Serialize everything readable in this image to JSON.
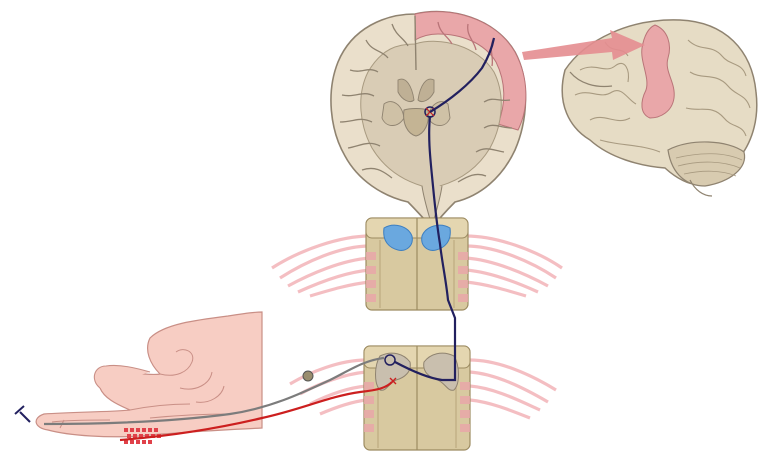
{
  "figure": {
    "labels": [],
    "colors": {
      "brain_tissue": "#eadfcb",
      "brain_outline": "#8f8370",
      "cortex_highlight": "#e9a7a9",
      "white_matter": "#d9ccb5",
      "spinal_cord": "#d8c9a0",
      "gray_matter_dorsal": "#6aa8df",
      "nerve_roots": "#f3b8bc",
      "pathway_blue": "#22205f",
      "pathway_red": "#cc1f1f",
      "pathway_gray": "#7c7c7c",
      "hand_skin": "#f7cdc3",
      "hand_outline": "#c98f86"
    },
    "icons": [
      "coronal-brain-section",
      "lateral-brain-view",
      "spinal-cord-upper-segment",
      "spinal-cord-lower-segment",
      "hand-with-receptors",
      "pin-stimulus-icon"
    ]
  }
}
